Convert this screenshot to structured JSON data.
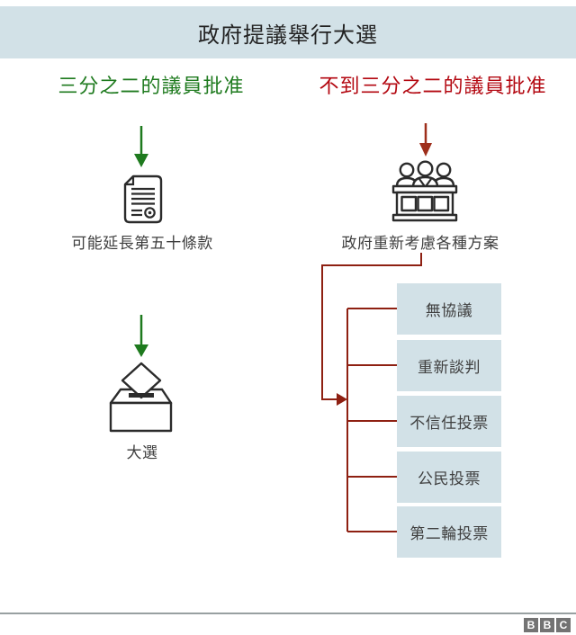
{
  "header": {
    "title": "政府提議舉行大選"
  },
  "flow": {
    "left": {
      "subtitle": "三分之二的議員批准",
      "steps": [
        {
          "icon": "document-icon",
          "label": "可能延長第五十條款"
        },
        {
          "icon": "ballot-box-icon",
          "label": "大選"
        }
      ]
    },
    "right": {
      "subtitle": "不到三分之二的議員批准",
      "step": {
        "icon": "parliament-icon",
        "label": "政府重新考慮各種方案"
      },
      "options": [
        "無協議",
        "重新談判",
        "不信任投票",
        "公民投票",
        "第二輪投票"
      ]
    }
  },
  "footer": {
    "logo_letters": [
      "B",
      "B",
      "C"
    ]
  },
  "colors": {
    "panel_blue": "#d2e1e7",
    "green": "#1e7a1e",
    "red": "#b30710",
    "arrow_red": "#9e2e1b",
    "connector_red": "#8e2012",
    "icon_ink": "#2b2b2b",
    "title_ink": "#222222",
    "label_grey": "#3f3f3f",
    "bbc_grey": "#737373",
    "divider_grey": "#98a0a1"
  }
}
